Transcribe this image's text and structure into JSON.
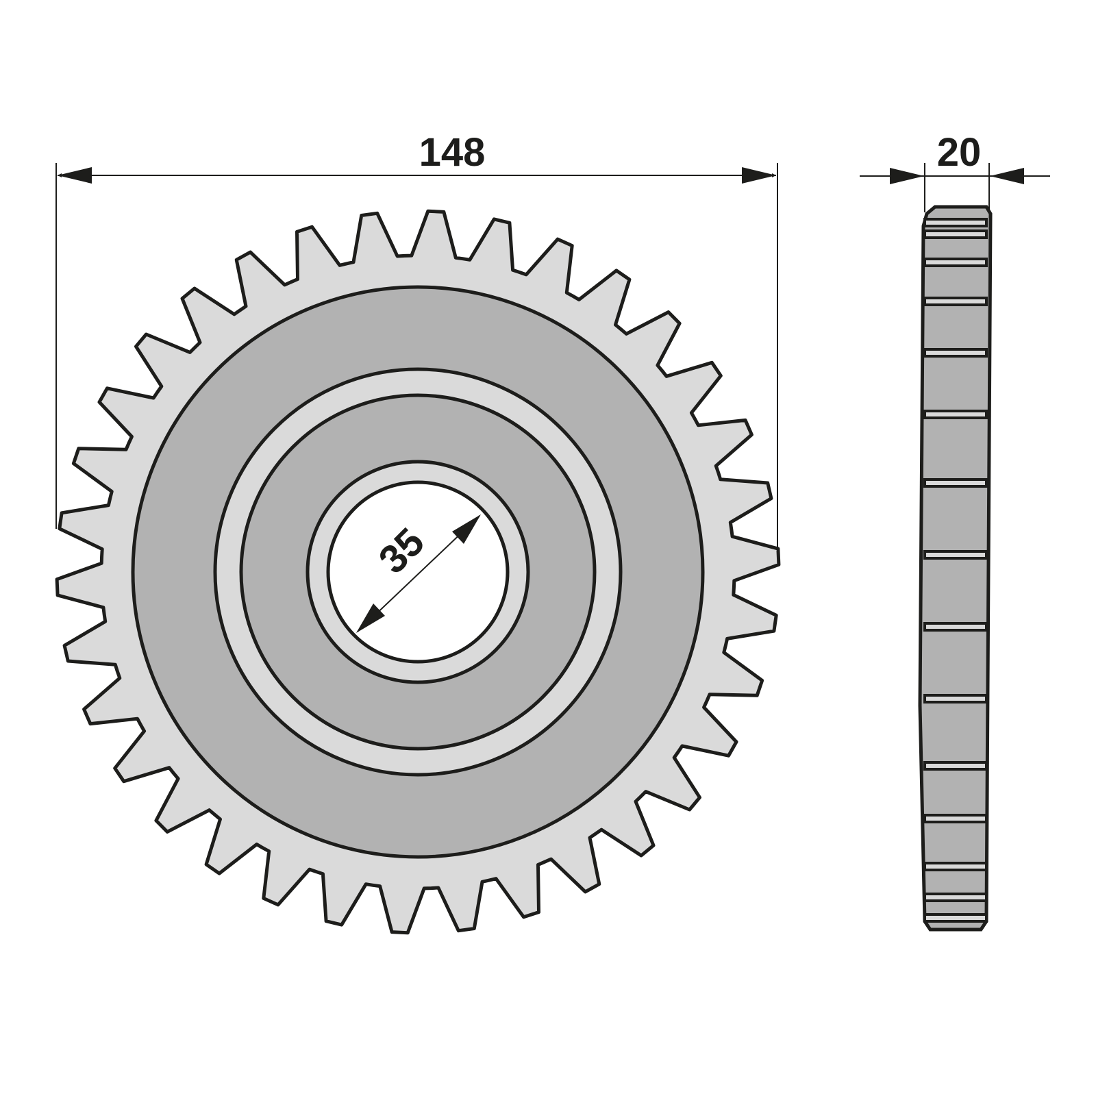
{
  "drawing": {
    "overall_diameter_label": "148",
    "thickness_label": "20",
    "bore_diameter_label": "35"
  },
  "colors": {
    "outline": "#1d1d1b",
    "teeth_fill": "#dadada",
    "disc_fill": "#b2b2b2",
    "hole_fill": "#ffffff"
  }
}
